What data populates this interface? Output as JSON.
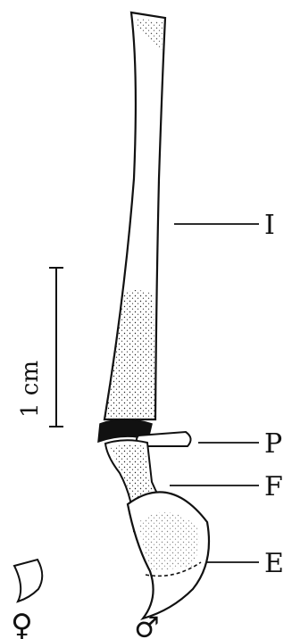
{
  "labels": {
    "ilium": "I",
    "pubis": "P",
    "femur": "F",
    "epipubis": "E",
    "scale": "1 cm",
    "female_symbol": "♀",
    "male_symbol": "♂"
  },
  "colors": {
    "ink": "#111111",
    "background": "#ffffff"
  }
}
